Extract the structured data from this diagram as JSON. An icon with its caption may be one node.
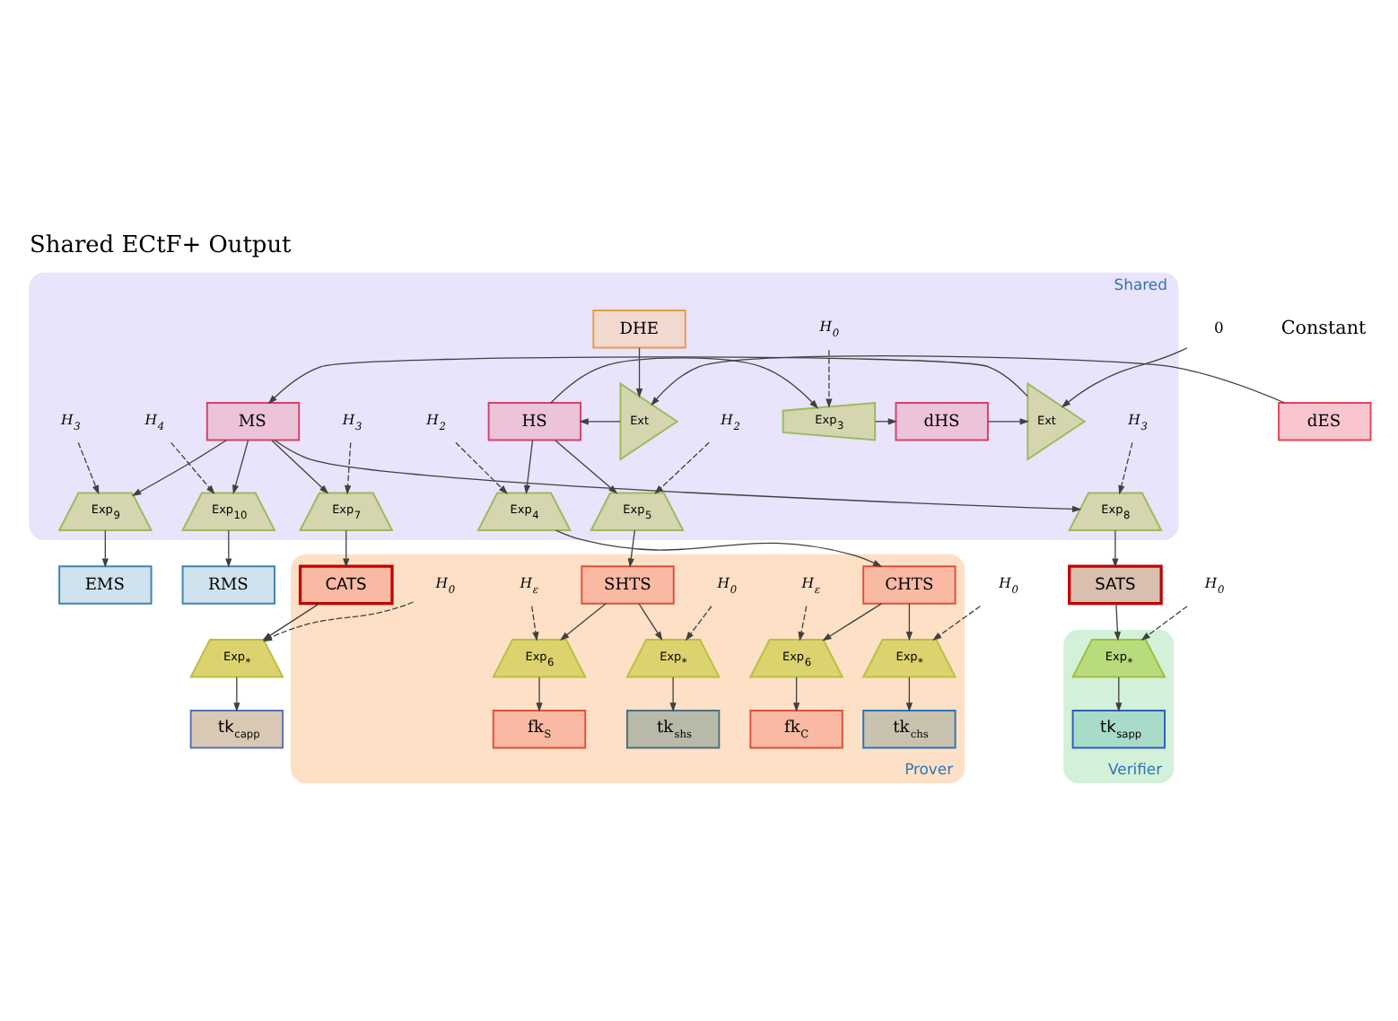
{
  "diagram": {
    "title": "Shared ECtF+ Output",
    "nodes": [
      {
        "text": [
          "Shared"
        ]
      },
      {
        "text": [
          "dES"
        ]
      },
      {
        "text": [
          "DHE"
        ],
        "in": 0
      },
      {
        "text": [
          "Ext"
        ],
        "in": 0
      },
      {
        "text": [
          "HS"
        ],
        "in": 0
      },
      {
        "text": [
          "H$_{0}$"
        ],
        "in": 0
      },
      {
        "text": [
          "Exp$_{3}$"
        ],
        "in": 0
      },
      {
        "text": [
          "dHS"
        ],
        "in": 0
      },
      {
        "text": [
          "0"
        ]
      },
      {
        "text": [
          "Ext"
        ],
        "in": 0
      },
      {
        "text": [
          "MS"
        ],
        "in": 0
      },
      {
        "text": [
          "H$_{2}$"
        ],
        "in": 0
      },
      {
        "text": [
          "Exp$_{4}$"
        ],
        "in": 0
      },
      {
        "text": [
          "H$_{2}$"
        ],
        "in": 0
      },
      {
        "text": [
          "Exp$_{5}$"
        ],
        "in": 0
      },
      {
        "text": [
          "H$_{3}$"
        ],
        "in": 0
      },
      {
        "text": [
          "Exp$_{7}$"
        ],
        "in": 0
      },
      {
        "text": [
          "H$_{3}$"
        ],
        "in": 0
      },
      {
        "text": [
          "Exp$_{8}$"
        ],
        "in": 0
      },
      {
        "text": [
          "H$_{3}$"
        ],
        "in": 0
      },
      {
        "text": [
          "Exp$_{9}$"
        ],
        "in": 0
      },
      {
        "text": [
          "H$_{4}$"
        ],
        "in": 0
      },
      {
        "text": [
          "Exp$_{10}$"
        ],
        "in": 0
      },
      {
        "text": [
          "Prover"
        ]
      },
      {
        "text": [
          "CHTS"
        ],
        "in": 23
      },
      {
        "text": [
          "SHTS"
        ],
        "in": 23
      },
      {
        "text": [
          "CATS"
        ],
        "in": 23
      },
      {
        "text": [
          "SATS"
        ]
      },
      {
        "text": [
          "EMS"
        ]
      },
      {
        "text": [
          "RMS"
        ]
      },
      {
        "text": [
          "Verifier"
        ]
      },
      {
        "text": [
          "H$_{0}$"
        ]
      },
      {
        "text": [
          "Exp$_{*}$"
        ],
        "in": 23
      },
      {
        "text": [
          "H$_{ε}$"
        ],
        "in": 23
      },
      {
        "text": [
          "Exp$_{6}$"
        ],
        "in": 23
      },
      {
        "text": [
          "H$_{0}$"
        ],
        "in": 23
      },
      {
        "text": [
          "Exp$_{*}$"
        ],
        "in": 23
      },
      {
        "text": [
          "H$_{ε}$"
        ],
        "in": 23
      },
      {
        "text": [
          "Exp$_{6}$"
        ],
        "in": 23
      },
      {
        "text": [
          "H$_{0}$"
        ],
        "in": 23
      },
      {
        "text": [
          "Exp$_{*}$"
        ]
      },
      {
        "text": [
          "H$_{0}$"
        ]
      },
      {
        "text": [
          "Exp$_{*}$"
        ],
        "in": 30
      },
      {
        "text": [
          "tk$_{chs}$"
        ],
        "in": 23
      },
      {
        "text": [
          "fk$_{C}$"
        ],
        "in": 23
      },
      {
        "text": [
          "tk$_{shs}$"
        ],
        "in": 23
      },
      {
        "text": [
          "fk$_{S}$"
        ],
        "in": 23
      },
      {
        "text": [
          "tk$_{capp}$"
        ]
      },
      {
        "text": [
          "tk$_{sapp}$"
        ],
        "in": 30
      }
    ],
    "edges": [
      {
        "from": 1,
        "to": 3,
        "arrow": "to"
      },
      {
        "from": 2,
        "to": 3,
        "arrow": "to"
      },
      {
        "from": 3,
        "to": 4,
        "arrow": "to"
      },
      {
        "from": 4,
        "to": 6,
        "arrow": "to"
      },
      {
        "from": 5,
        "to": 6,
        "arrow": "to",
        "style": "dashed"
      },
      {
        "from": 6,
        "to": 7,
        "arrow": "to"
      },
      {
        "from": 7,
        "to": 9,
        "arrow": "to"
      },
      {
        "from": 8,
        "to": 9,
        "arrow": "to"
      },
      {
        "from": 9,
        "to": 10,
        "arrow": "to"
      },
      {
        "from": 4,
        "to": 12,
        "arrow": "to"
      },
      {
        "from": 4,
        "to": 14,
        "arrow": "to"
      },
      {
        "from": 11,
        "to": 12,
        "arrow": "to",
        "style": "dashed"
      },
      {
        "from": 13,
        "to": 14,
        "arrow": "to",
        "style": "dashed"
      },
      {
        "from": 10,
        "to": 16,
        "arrow": "to"
      },
      {
        "from": 10,
        "to": 18,
        "arrow": "to"
      },
      {
        "from": 10,
        "to": 20,
        "arrow": "to"
      },
      {
        "from": 10,
        "to": 22,
        "arrow": "to"
      },
      {
        "from": 15,
        "to": 16,
        "arrow": "to",
        "style": "dashed"
      },
      {
        "from": 17,
        "to": 18,
        "arrow": "to",
        "style": "dashed"
      },
      {
        "from": 19,
        "to": 20,
        "arrow": "to",
        "style": "dashed"
      },
      {
        "from": 21,
        "to": 22,
        "arrow": "to",
        "style": "dashed"
      },
      {
        "from": 12,
        "to": 24,
        "arrow": "to"
      },
      {
        "from": 14,
        "to": 25,
        "arrow": "to"
      },
      {
        "from": 16,
        "to": 26,
        "arrow": "to"
      },
      {
        "from": 18,
        "to": 27,
        "arrow": "to"
      },
      {
        "from": 20,
        "to": 28,
        "arrow": "to"
      },
      {
        "from": 22,
        "to": 29,
        "arrow": "to"
      },
      {
        "from": 24,
        "to": 32,
        "arrow": "to"
      },
      {
        "from": 24,
        "to": 34,
        "arrow": "to"
      },
      {
        "from": 25,
        "to": 36,
        "arrow": "to"
      },
      {
        "from": 25,
        "to": 38,
        "arrow": "to"
      },
      {
        "from": 26,
        "to": 40,
        "arrow": "to"
      },
      {
        "from": 27,
        "to": 42,
        "arrow": "to"
      },
      {
        "from": 31,
        "to": 32,
        "arrow": "to",
        "style": "dashed"
      },
      {
        "from": 33,
        "to": 34,
        "arrow": "to",
        "style": "dashed"
      },
      {
        "from": 35,
        "to": 36,
        "arrow": "to",
        "style": "dashed"
      },
      {
        "from": 37,
        "to": 38,
        "arrow": "to",
        "style": "dashed"
      },
      {
        "from": 39,
        "to": 40,
        "arrow": "to",
        "style": "dashed"
      },
      {
        "from": 41,
        "to": 42,
        "arrow": "to",
        "style": "dashed"
      },
      {
        "from": 32,
        "to": 43,
        "arrow": "to"
      },
      {
        "from": 34,
        "to": 44,
        "arrow": "to"
      },
      {
        "from": 36,
        "to": 45,
        "arrow": "to"
      },
      {
        "from": 38,
        "to": 46,
        "arrow": "to"
      },
      {
        "from": 40,
        "to": 47,
        "arrow": "to"
      },
      {
        "from": 42,
        "to": 48,
        "arrow": "to"
      }
    ],
    "labels": [
      "Constant"
    ]
  }
}
